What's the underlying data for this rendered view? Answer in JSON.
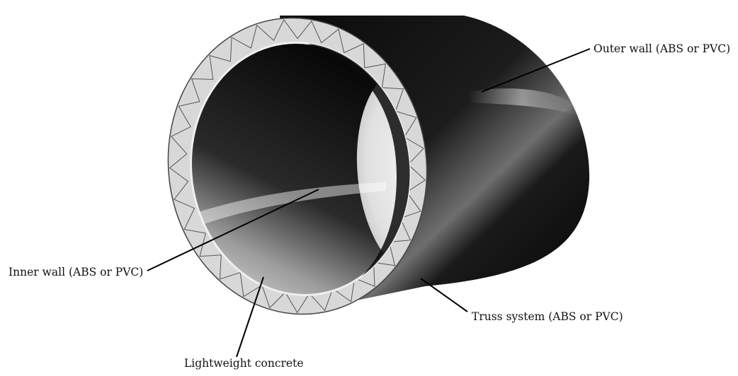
{
  "labels": {
    "outer_wall": "Outer wall (ABS or PVC)",
    "inner_wall": "Inner wall (ABS or PVC)",
    "truss_system": "Truss system (ABS or PVC)",
    "lightweight_concrete": "Lightweight concrete"
  },
  "truss_triangle_count": 58,
  "colors": {
    "pipe_dark": "#0b0b0b",
    "pipe_highlight": "#bdbdbd",
    "truss_band": "#d8d8d8",
    "truss_line": "#555555",
    "leader_line": "#000000"
  }
}
